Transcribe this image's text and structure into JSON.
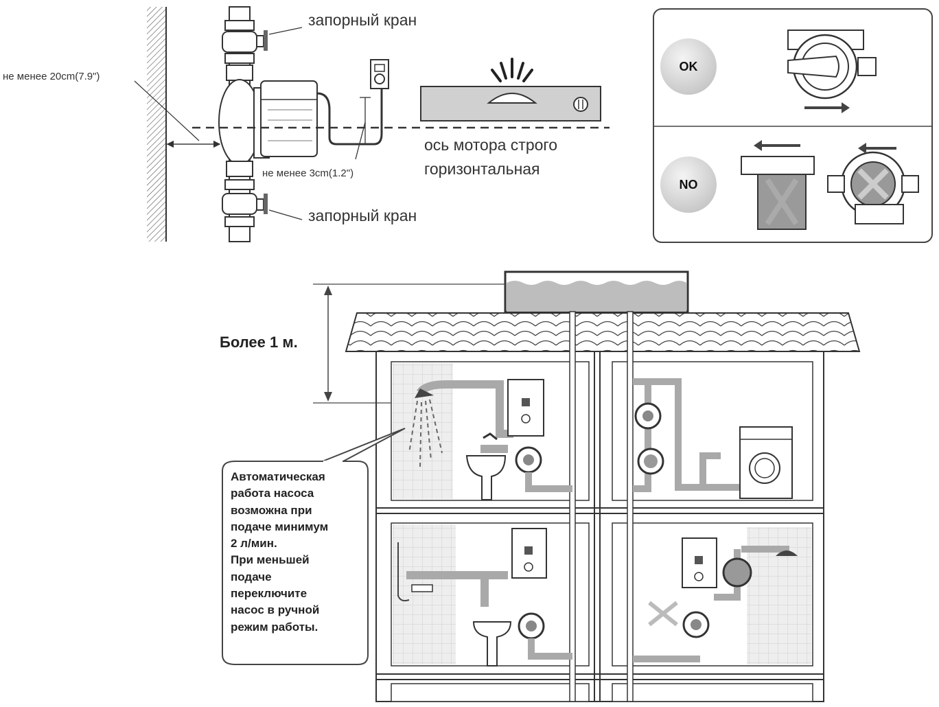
{
  "top_left": {
    "valve_top_label": "запорный кран",
    "valve_bottom_label": "запорный кран",
    "wall_distance_label": "не менее 20cm(7.9\")",
    "gap_label": "не менее 3cm(1.2\")",
    "axis_label_line1": "ось мотора строго",
    "axis_label_line2": "горизонтальная"
  },
  "orientation_panel": {
    "ok_label": "OK",
    "no_label": "NO"
  },
  "house": {
    "height_label": "Более 1 м.",
    "callout_lines": [
      "Автоматическая",
      "работа насоса",
      "возможна при",
      "подаче минимум",
      "2 л/мин.",
      "При меньшей",
      "подаче",
      "переключите",
      "насос в ручной",
      "режим работы."
    ]
  },
  "colors": {
    "line": "#333333",
    "pipe": "#a9a9a9",
    "tile": "#e6e6e6",
    "water": "#bdbdbd"
  }
}
